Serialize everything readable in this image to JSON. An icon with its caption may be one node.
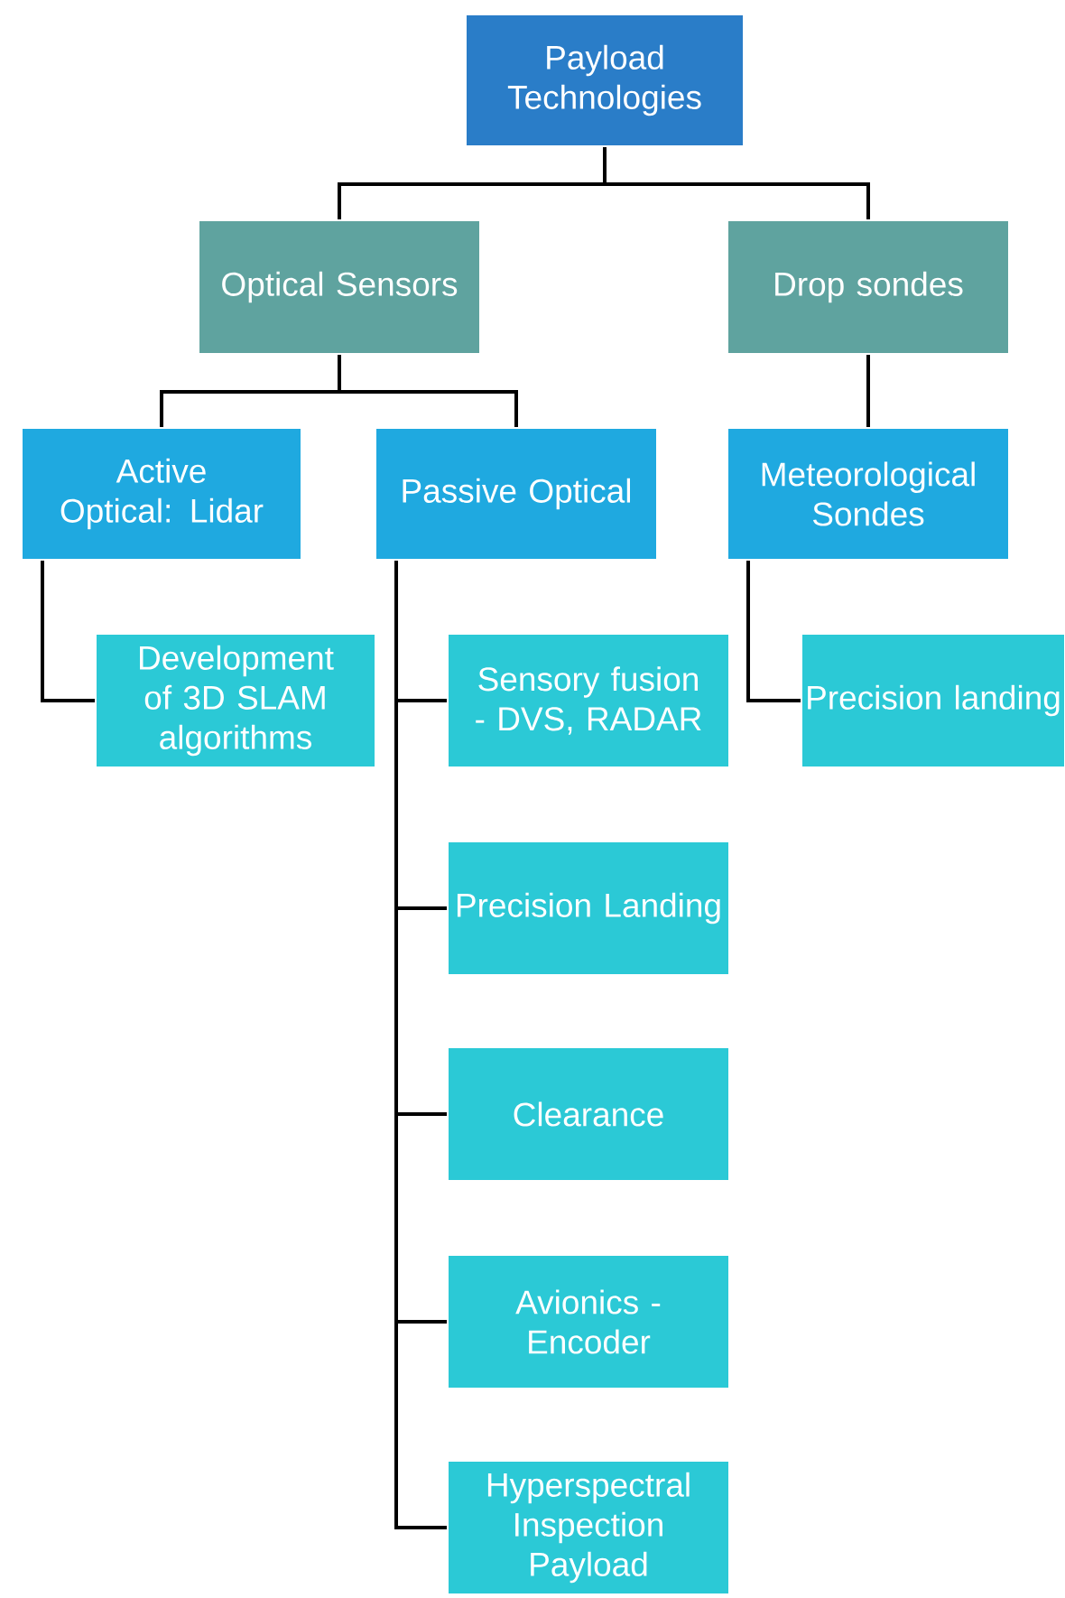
{
  "diagram": {
    "nodes": [
      {
        "text": [
          "Payload Technologies"
        ]
      },
      {
        "text": [
          "Optical Sensors"
        ]
      },
      {
        "text": [
          "Drop sondes"
        ]
      },
      {
        "text": [
          "Active Optical: Lidar"
        ]
      },
      {
        "text": [
          "Passive Optical"
        ]
      },
      {
        "text": [
          "Meteorological Sondes"
        ]
      },
      {
        "text": [
          "Development of 3D SLAM algorithms"
        ]
      },
      {
        "text": [
          "Sensory fusion - DVS, RADAR"
        ]
      },
      {
        "text": [
          "Precision landing"
        ]
      },
      {
        "text": [
          "Precision Landing"
        ]
      },
      {
        "text": [
          "Clearance"
        ]
      },
      {
        "text": [
          "Avionics - Encoder"
        ]
      },
      {
        "text": [
          "Hyperspectral Inspection Payload"
        ]
      }
    ],
    "edges": [
      {
        "from": 0,
        "to": 1,
        "arrow": "none"
      },
      {
        "from": 0,
        "to": 2,
        "arrow": "none"
      },
      {
        "from": 1,
        "to": 3,
        "arrow": "none"
      },
      {
        "from": 1,
        "to": 4,
        "arrow": "none"
      },
      {
        "from": 2,
        "to": 5,
        "arrow": "none"
      },
      {
        "from": 3,
        "to": 6,
        "arrow": "none"
      },
      {
        "from": 4,
        "to": 7,
        "arrow": "none"
      },
      {
        "from": 4,
        "to": 9,
        "arrow": "none"
      },
      {
        "from": 4,
        "to": 10,
        "arrow": "none"
      },
      {
        "from": 4,
        "to": 11,
        "arrow": "none"
      },
      {
        "from": 4,
        "to": 12,
        "arrow": "none"
      },
      {
        "from": 5,
        "to": 8,
        "arrow": "none"
      }
    ]
  }
}
